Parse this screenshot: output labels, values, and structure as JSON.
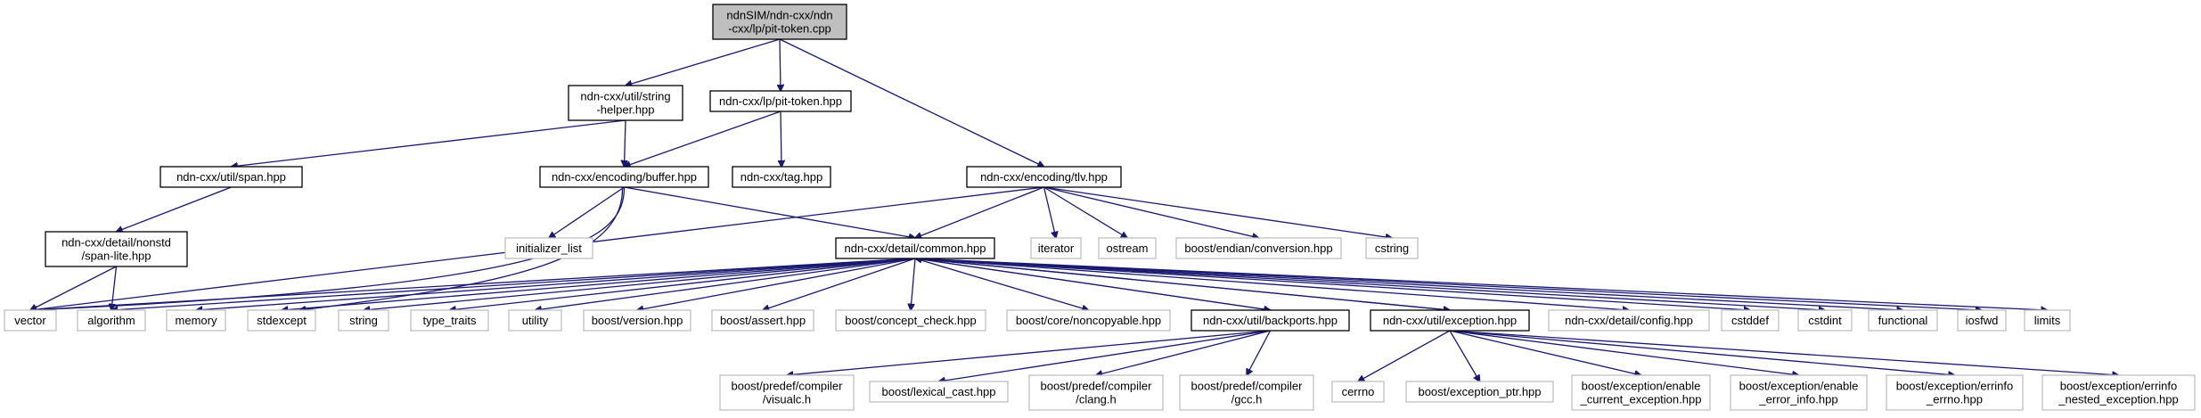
{
  "diagram": {
    "nodes": {
      "root": [
        "ndnSIM/ndn-cxx/ndn",
        "-cxx/lp/pit-token.cpp"
      ],
      "string_helper": [
        "ndn-cxx/util/string",
        "-helper.hpp"
      ],
      "pit_token_hpp": [
        "ndn-cxx/lp/pit-token.hpp"
      ],
      "tlv": [
        "ndn-cxx/encoding/tlv.hpp"
      ],
      "span": [
        "ndn-cxx/util/span.hpp"
      ],
      "buffer": [
        "ndn-cxx/encoding/buffer.hpp"
      ],
      "tag": [
        "ndn-cxx/tag.hpp"
      ],
      "span_lite": [
        "ndn-cxx/detail/nonstd",
        "/span-lite.hpp"
      ],
      "initializer_list": [
        "initializer_list"
      ],
      "common": [
        "ndn-cxx/detail/common.hpp"
      ],
      "iterator": [
        "iterator"
      ],
      "ostream": [
        "ostream"
      ],
      "boost_endian": [
        "boost/endian/conversion.hpp"
      ],
      "cstring": [
        "cstring"
      ],
      "vector": [
        "vector"
      ],
      "algorithm": [
        "algorithm"
      ],
      "memory": [
        "memory"
      ],
      "stdexcept": [
        "stdexcept"
      ],
      "string": [
        "string"
      ],
      "type_traits": [
        "type_traits"
      ],
      "utility": [
        "utility"
      ],
      "boost_version": [
        "boost/version.hpp"
      ],
      "boost_assert": [
        "boost/assert.hpp"
      ],
      "boost_concept": [
        "boost/concept_check.hpp"
      ],
      "boost_noncopyable": [
        "boost/core/noncopyable.hpp"
      ],
      "backports": [
        "ndn-cxx/util/backports.hpp"
      ],
      "exception": [
        "ndn-cxx/util/exception.hpp"
      ],
      "config": [
        "ndn-cxx/detail/config.hpp"
      ],
      "cstddef": [
        "cstddef"
      ],
      "cstdint": [
        "cstdint"
      ],
      "functional": [
        "functional"
      ],
      "iosfwd": [
        "iosfwd"
      ],
      "limits": [
        "limits"
      ],
      "visualc": [
        "boost/predef/compiler",
        "/visualc.h"
      ],
      "lexical_cast": [
        "boost/lexical_cast.hpp"
      ],
      "clang": [
        "boost/predef/compiler",
        "/clang.h"
      ],
      "gcc": [
        "boost/predef/compiler",
        "/gcc.h"
      ],
      "cerrno": [
        "cerrno"
      ],
      "exception_ptr": [
        "boost/exception_ptr.hpp"
      ],
      "enable_current": [
        "boost/exception/enable",
        "_current_exception.hpp"
      ],
      "enable_error_info": [
        "boost/exception/enable",
        "_error_info.hpp"
      ],
      "errinfo_errno": [
        "boost/exception/errinfo",
        "_errno.hpp"
      ],
      "errinfo_nested": [
        "boost/exception/errinfo",
        "_nested_exception.hpp"
      ]
    }
  }
}
